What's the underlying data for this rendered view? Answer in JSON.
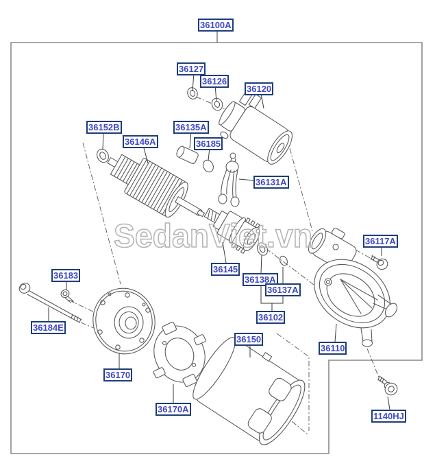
{
  "diagram": {
    "title_part": "36100A",
    "watermark": {
      "text": "SedanViet.vn",
      "color": "#b4b4b4"
    },
    "colors": {
      "label_text": "#3f47c5",
      "label_border": "#1d3e76",
      "label_bg": "#ffffff",
      "line_art": "#5a5a5a",
      "frame_border": "#8a8a8a"
    },
    "part_labels": [
      {
        "id": "36100A",
        "text": "36100A"
      },
      {
        "id": "36127",
        "text": "36127"
      },
      {
        "id": "36126",
        "text": "36126"
      },
      {
        "id": "36120",
        "text": "36120"
      },
      {
        "id": "36152B",
        "text": "36152B"
      },
      {
        "id": "36135A",
        "text": "36135A"
      },
      {
        "id": "36146A",
        "text": "36146A"
      },
      {
        "id": "36185",
        "text": "36185"
      },
      {
        "id": "36131A",
        "text": "36131A"
      },
      {
        "id": "36117A",
        "text": "36117A"
      },
      {
        "id": "36145",
        "text": "36145"
      },
      {
        "id": "36183",
        "text": "36183"
      },
      {
        "id": "36138A",
        "text": "36138A"
      },
      {
        "id": "36137A",
        "text": "36137A"
      },
      {
        "id": "36102",
        "text": "36102"
      },
      {
        "id": "36184E",
        "text": "36184E"
      },
      {
        "id": "36150",
        "text": "36150"
      },
      {
        "id": "36110",
        "text": "36110"
      },
      {
        "id": "36170",
        "text": "36170"
      },
      {
        "id": "36170A",
        "text": "36170A"
      },
      {
        "id": "1140HJ",
        "text": "1140HJ"
      }
    ]
  }
}
